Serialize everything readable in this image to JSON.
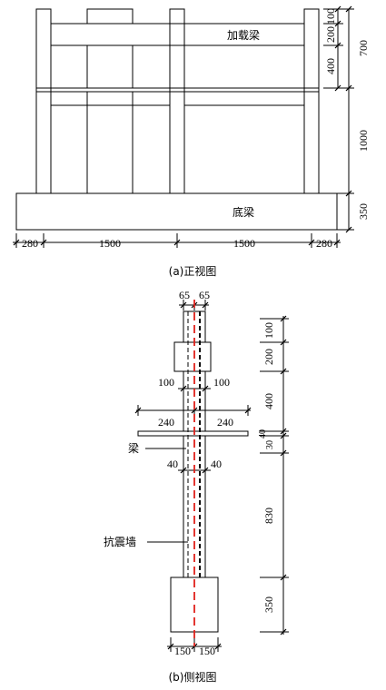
{
  "front_view": {
    "caption": "(a)正视图",
    "loading_beam_label": "加载梁",
    "base_beam_label": "底梁",
    "dims_right": [
      "100",
      "200",
      "400",
      "700",
      "1000",
      "350"
    ],
    "dims_bottom": [
      "280",
      "1500",
      "1500",
      "280"
    ]
  },
  "side_view": {
    "caption": "(b)侧视图",
    "top_dims": [
      "65",
      "65"
    ],
    "inner_dims": [
      "100",
      "100"
    ],
    "slab_dims": [
      "240",
      "240"
    ],
    "lower_dims": [
      "40",
      "40"
    ],
    "beam_label": "梁",
    "wall_label": "抗震墙",
    "dims_right": [
      "100",
      "200",
      "400",
      "40",
      "30",
      "830",
      "350"
    ],
    "dims_bottom": [
      "150",
      "150"
    ]
  },
  "colors": {
    "line": "#000000",
    "centerline": "#e0201b"
  }
}
